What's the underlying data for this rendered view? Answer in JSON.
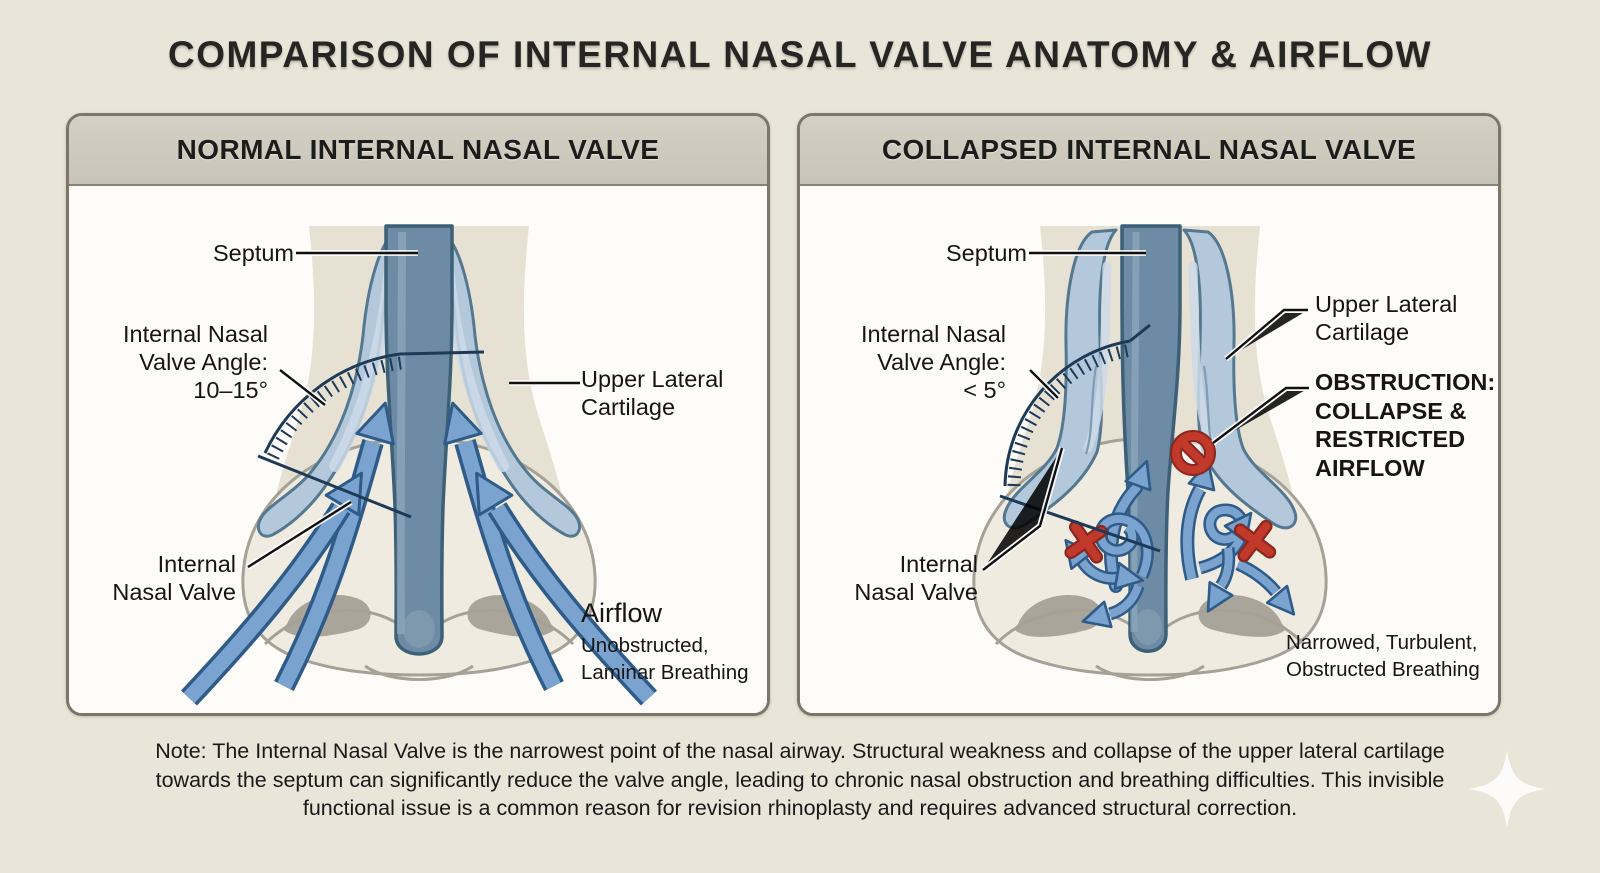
{
  "title": "COMPARISON OF INTERNAL NASAL VALVE ANATOMY & AIRFLOW",
  "panels": {
    "normal": {
      "header": "NORMAL INTERNAL NASAL VALVE",
      "labels": {
        "septum": "Septum",
        "valve_angle": {
          "lines": [
            "Internal Nasal",
            "Valve Angle:",
            "10–15°"
          ]
        },
        "internal_valve": {
          "lines": [
            "Internal",
            "Nasal Valve"
          ]
        },
        "upper_lateral_cartilage": {
          "lines": [
            "Upper Lateral",
            "Cartilage"
          ]
        },
        "airflow_title": "Airflow",
        "airflow_caption": {
          "lines": [
            "Unobstructed,",
            "Laminar Breathing"
          ]
        }
      }
    },
    "collapsed": {
      "header": "COLLAPSED INTERNAL NASAL VALVE",
      "labels": {
        "septum": "Septum",
        "valve_angle": {
          "lines": [
            "Internal Nasal",
            "Valve Angle:",
            "< 5°"
          ]
        },
        "internal_valve": {
          "lines": [
            "Internal",
            "Nasal Valve"
          ]
        },
        "upper_lateral_cartilage": {
          "lines": [
            "Upper Lateral",
            "Cartilage"
          ]
        },
        "obstruction": {
          "lines": [
            "OBSTRUCTION:",
            "COLLAPSE &",
            "RESTRICTED",
            "AIRFLOW"
          ]
        },
        "airflow_caption": {
          "lines": [
            "Narrowed, Turbulent,",
            "Obstructed Breathing"
          ]
        }
      }
    }
  },
  "note": {
    "lines": [
      "Note: The Internal Nasal Valve is the narrowest point of the nasal airway. Structural weakness and collapse of the upper lateral cartilage",
      "towards the septum can significantly reduce the valve angle, leading to chronic nasal obstruction and breathing difficulties. This invisible",
      "functional issue is a common reason for revision rhinoplasty and requires advanced structural correction."
    ]
  },
  "icons": {
    "no_entry": "no-entry-prohibition-sign",
    "x_mark": "x-cross-mark",
    "sparkle": "four-point-sparkle"
  },
  "colors": {
    "page_bg": "#e9e5d8",
    "panel_header_bg": "#ccc8bb",
    "panel_border": "#7d7569",
    "cartilage_blue": "#b4c8db",
    "septum_blue": "#6d8ba4",
    "arrow_blue": "#7ba3cf",
    "arrow_outline": "#2e5b88",
    "alert_red": "#c0392b",
    "text": "#151515"
  }
}
